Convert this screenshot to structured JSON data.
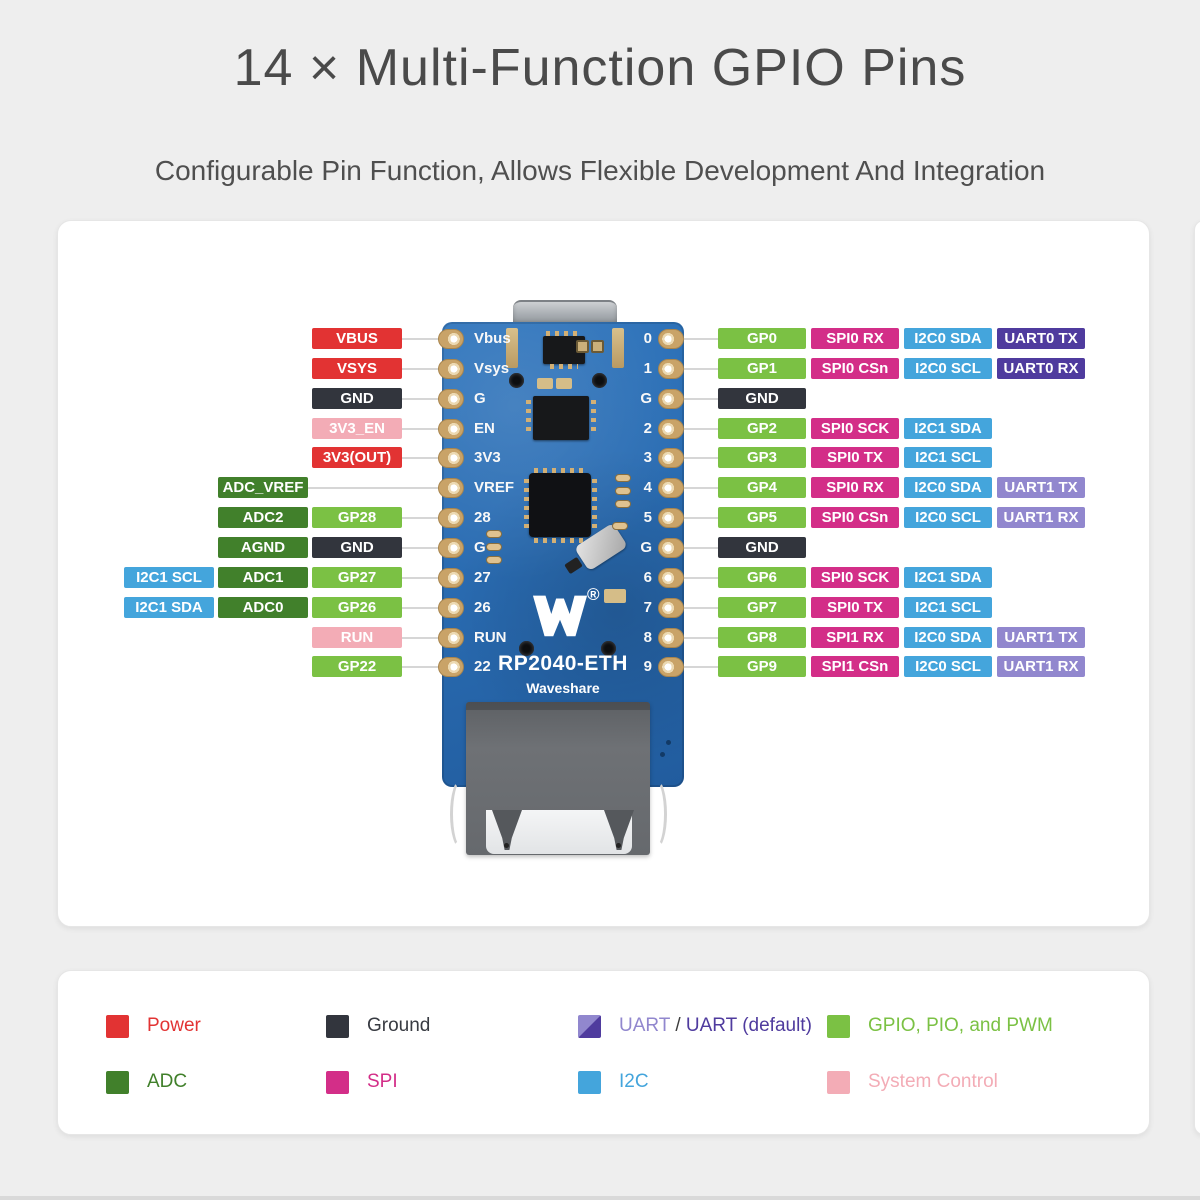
{
  "title": "14 × Multi-Function GPIO Pins",
  "subtitle": "Configurable Pin Function, Allows Flexible Development And Integration",
  "colors": {
    "power": "#e23333",
    "ground": "#32353d",
    "system": "#f3acb6",
    "gpio": "#7bc144",
    "adc": "#41802b",
    "i2c": "#44a5dc",
    "spi": "#d32e88",
    "uart": "#9187ce",
    "uart_default": "#4f3b9e",
    "pad_gold": "#c9a368",
    "board_blue": "#2a6cb2"
  },
  "board": {
    "model": "RP2040-ETH",
    "brand": "Waveshare",
    "registered_mark": "®",
    "left_pin_silk": [
      "Vbus",
      "Vsys",
      "G",
      "EN",
      "3V3",
      "VREF",
      "28",
      "G",
      "27",
      "26",
      "RUN",
      "22"
    ],
    "right_pin_silk": [
      "0",
      "1",
      "G",
      "2",
      "3",
      "4",
      "5",
      "G",
      "6",
      "7",
      "8",
      "9"
    ]
  },
  "pinout": {
    "left_rows": [
      {
        "shift": 0,
        "cells": [
          {
            "t": "VBUS",
            "c": "power"
          }
        ]
      },
      {
        "shift": 0,
        "cells": [
          {
            "t": "VSYS",
            "c": "power"
          }
        ]
      },
      {
        "shift": 0,
        "cells": [
          {
            "t": "GND",
            "c": "ground"
          }
        ]
      },
      {
        "shift": 0,
        "cells": [
          {
            "t": "3V3_EN",
            "c": "system"
          }
        ]
      },
      {
        "shift": 0,
        "cells": [
          {
            "t": "3V3(OUT)",
            "c": "power"
          }
        ]
      },
      {
        "shift": 1,
        "cells": [
          {
            "t": "ADC_VREF",
            "c": "adc"
          }
        ]
      },
      {
        "shift": 0,
        "cells": [
          {
            "t": "ADC2",
            "c": "adc"
          },
          {
            "t": "GP28",
            "c": "gpio"
          }
        ]
      },
      {
        "shift": 0,
        "cells": [
          {
            "t": "AGND",
            "c": "adc"
          },
          {
            "t": "GND",
            "c": "ground"
          }
        ]
      },
      {
        "shift": 0,
        "cells": [
          {
            "t": "I2C1 SCL",
            "c": "i2c"
          },
          {
            "t": "ADC1",
            "c": "adc"
          },
          {
            "t": "GP27",
            "c": "gpio"
          }
        ]
      },
      {
        "shift": 0,
        "cells": [
          {
            "t": "I2C1 SDA",
            "c": "i2c"
          },
          {
            "t": "ADC0",
            "c": "adc"
          },
          {
            "t": "GP26",
            "c": "gpio"
          }
        ]
      },
      {
        "shift": 0,
        "cells": [
          {
            "t": "RUN",
            "c": "system"
          }
        ]
      },
      {
        "shift": 0,
        "cells": [
          {
            "t": "GP22",
            "c": "gpio"
          }
        ]
      }
    ],
    "right_rows": [
      {
        "cells": [
          {
            "t": "GP0",
            "c": "gpio"
          },
          {
            "t": "SPI0 RX",
            "c": "spi"
          },
          {
            "t": "I2C0 SDA",
            "c": "i2c"
          },
          {
            "t": "UART0 TX",
            "c": "uart_default"
          }
        ]
      },
      {
        "cells": [
          {
            "t": "GP1",
            "c": "gpio"
          },
          {
            "t": "SPI0 CSn",
            "c": "spi"
          },
          {
            "t": "I2C0 SCL",
            "c": "i2c"
          },
          {
            "t": "UART0 RX",
            "c": "uart_default"
          }
        ]
      },
      {
        "cells": [
          {
            "t": "GND",
            "c": "ground"
          }
        ]
      },
      {
        "cells": [
          {
            "t": "GP2",
            "c": "gpio"
          },
          {
            "t": "SPI0 SCK",
            "c": "spi"
          },
          {
            "t": "I2C1 SDA",
            "c": "i2c"
          }
        ]
      },
      {
        "cells": [
          {
            "t": "GP3",
            "c": "gpio"
          },
          {
            "t": "SPI0 TX",
            "c": "spi"
          },
          {
            "t": "I2C1 SCL",
            "c": "i2c"
          }
        ]
      },
      {
        "cells": [
          {
            "t": "GP4",
            "c": "gpio"
          },
          {
            "t": "SPI0 RX",
            "c": "spi"
          },
          {
            "t": "I2C0 SDA",
            "c": "i2c"
          },
          {
            "t": "UART1 TX",
            "c": "uart"
          }
        ]
      },
      {
        "cells": [
          {
            "t": "GP5",
            "c": "gpio"
          },
          {
            "t": "SPI0 CSn",
            "c": "spi"
          },
          {
            "t": "I2C0 SCL",
            "c": "i2c"
          },
          {
            "t": "UART1 RX",
            "c": "uart"
          }
        ]
      },
      {
        "cells": [
          {
            "t": "GND",
            "c": "ground"
          }
        ]
      },
      {
        "cells": [
          {
            "t": "GP6",
            "c": "gpio"
          },
          {
            "t": "SPI0 SCK",
            "c": "spi"
          },
          {
            "t": "I2C1 SDA",
            "c": "i2c"
          }
        ]
      },
      {
        "cells": [
          {
            "t": "GP7",
            "c": "gpio"
          },
          {
            "t": "SPI0 TX",
            "c": "spi"
          },
          {
            "t": "I2C1 SCL",
            "c": "i2c"
          }
        ]
      },
      {
        "cells": [
          {
            "t": "GP8",
            "c": "gpio"
          },
          {
            "t": "SPI1 RX",
            "c": "spi"
          },
          {
            "t": "I2C0 SDA",
            "c": "i2c"
          },
          {
            "t": "UART1 TX",
            "c": "uart"
          }
        ]
      },
      {
        "cells": [
          {
            "t": "GP9",
            "c": "gpio"
          },
          {
            "t": "SPI1 CSn",
            "c": "spi"
          },
          {
            "t": "I2C0 SCL",
            "c": "i2c"
          },
          {
            "t": "UART1 RX",
            "c": "uart"
          }
        ]
      }
    ]
  },
  "legend": {
    "items": [
      {
        "row": 0,
        "col": 0,
        "type": "power",
        "label": "Power"
      },
      {
        "row": 0,
        "col": 1,
        "type": "ground",
        "label": "Ground"
      },
      {
        "row": 0,
        "col": 2,
        "type": "uart_split",
        "label": "UART / UART (default)",
        "parts": [
          {
            "text": "UART",
            "type": "uart"
          },
          {
            "text": " / ",
            "type": "plain"
          },
          {
            "text": "UART (default)",
            "type": "uart_default"
          }
        ]
      },
      {
        "row": 0,
        "col": 3,
        "type": "gpio",
        "label": "GPIO, PIO, and PWM"
      },
      {
        "row": 1,
        "col": 0,
        "type": "adc",
        "label": "ADC"
      },
      {
        "row": 1,
        "col": 1,
        "type": "spi",
        "label": "SPI"
      },
      {
        "row": 1,
        "col": 2,
        "type": "i2c",
        "label": "I2C"
      },
      {
        "row": 1,
        "col": 3,
        "type": "system",
        "label": "System Control"
      }
    ]
  }
}
